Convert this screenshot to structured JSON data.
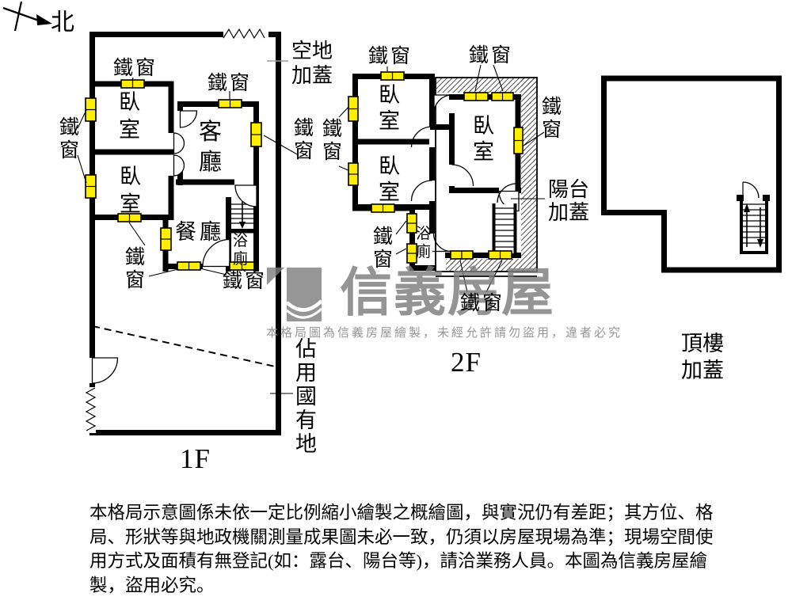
{
  "compass": {
    "north_label": "北"
  },
  "labels": {
    "iron_window": "鐵窗",
    "bedroom": "臥室",
    "living_room": "客廳",
    "dining_room": "餐廳",
    "bathroom": "浴廁"
  },
  "floor1": {
    "floor_label": "1F",
    "vacant_land_note": "空地加蓋",
    "national_land_note": "佔用國有地"
  },
  "floor2": {
    "floor_label": "2F",
    "balcony_note": "陽台加蓋"
  },
  "roof": {
    "note": "頂樓加蓋"
  },
  "watermark": {
    "brand": "信義房屋",
    "notice": "本格局圖為信義房屋繪製，未經允許請勿盜用，違者必究"
  },
  "disclaimer": {
    "lines": [
      "本格局示意圖係未依一定比例縮小繪製之概繪圖，與實況仍有差距；其方位、格",
      "局、形狀等與地政機關測量成果圖未必一致，仍須以房屋現場為準；現場空間使",
      "用方式及面積有無登記(如：露台、陽台等)，請洽業務人員。本圖為信義房屋繪",
      "製，盜用必究。"
    ]
  },
  "colors": {
    "window_fill": "#ffee00",
    "hatch_line": "#3c3c3c",
    "watermark_gray": "#7d7d7d"
  }
}
